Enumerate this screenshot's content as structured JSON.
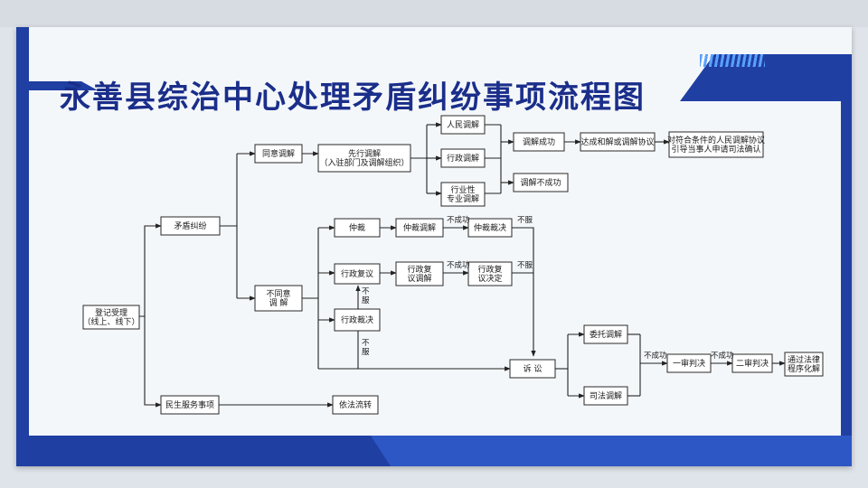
{
  "title": "永善县综治中心处理矛盾纠纷事项流程图",
  "nodes": {
    "register": [
      "登记受理",
      "（线上、线下）"
    ],
    "dispute": [
      "矛盾纠纷"
    ],
    "livelihood": [
      "民生服务事项"
    ],
    "agree": [
      "同意调解"
    ],
    "first_mediate": [
      "先行调解",
      "（入驻部门及调解组织）"
    ],
    "people_mediate": [
      "人民调解"
    ],
    "admin_mediate": [
      "行政调解"
    ],
    "industry_mediate": [
      "行业性",
      "专业调解"
    ],
    "mediate_success": [
      "调解成功"
    ],
    "mediate_fail": [
      "调解不成功"
    ],
    "agreement": [
      "达成和解或调解协议"
    ],
    "judicial_confirm": [
      "对符合条件的人民调解协议",
      "引导当事人申请司法确认"
    ],
    "disagree": [
      "不同意",
      "调  解"
    ],
    "arbitration": [
      "仲裁"
    ],
    "arbitration_mediate": [
      "仲裁调解"
    ],
    "arbitration_award": [
      "仲裁裁决"
    ],
    "admin_review": [
      "行政复议"
    ],
    "admin_review_mediate": [
      "行政复",
      "议调解"
    ],
    "admin_review_decision": [
      "行政复",
      "议决定"
    ],
    "admin_ruling": [
      "行政裁决"
    ],
    "lawsuit": [
      "诉  讼"
    ],
    "entrusted_mediate": [
      "委托调解"
    ],
    "judicial_mediate": [
      "司法调解"
    ],
    "first_instance": [
      "一审判决"
    ],
    "second_instance": [
      "二审判决"
    ],
    "rule_of_law": [
      "通过法律",
      "程序化解"
    ],
    "lawful_transfer": [
      "依法流转"
    ]
  },
  "edge_labels": {
    "fail1": "不成功",
    "refuse1": "不服",
    "fail2": "不成功",
    "refuse2": "不服",
    "refuse3": [
      "不",
      "服"
    ],
    "refuse4": [
      "不",
      "服"
    ],
    "fail3": "不成功",
    "fail4": "不成功"
  }
}
